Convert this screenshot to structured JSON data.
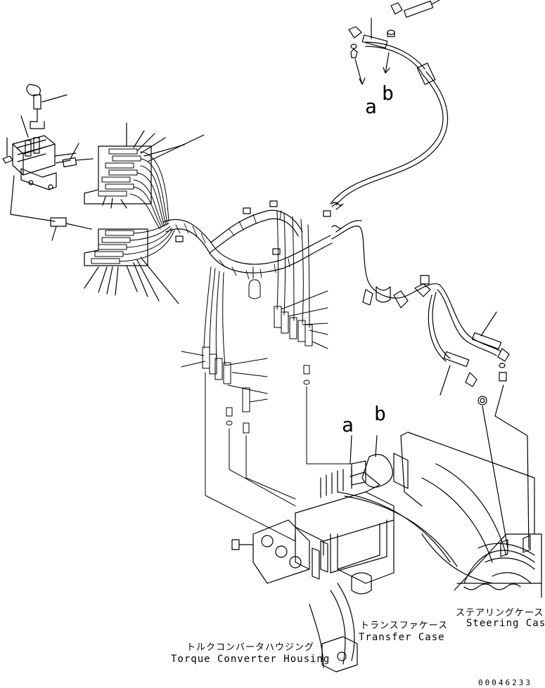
{
  "labels": {
    "callout_a_top": "a",
    "callout_b_top": "b",
    "callout_a_bottom": "a",
    "callout_b_bottom": "b",
    "steering_case_jp": "ステアリングケース",
    "steering_case_en": "Steering Case",
    "transfer_case_jp": "トランスファケース",
    "transfer_case_en": "Transfer Case",
    "torque_converter_jp": "トルクコンバータハウジング",
    "torque_converter_en": "Torque Converter Housing",
    "drawing_number": "00046233"
  },
  "colors": {
    "line": "#000000",
    "background": "#ffffff"
  }
}
